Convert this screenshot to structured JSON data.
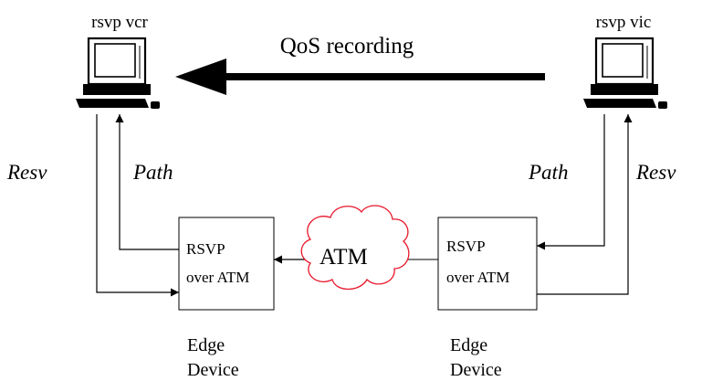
{
  "computers": {
    "left": {
      "label": "rsvp vcr"
    },
    "right": {
      "label": "rsvp vic"
    }
  },
  "qos_arrow": {
    "label": "QoS recording"
  },
  "messages": {
    "left_resv": "Resv",
    "left_path": "Path",
    "right_path": "Path",
    "right_resv": "Resv"
  },
  "edge_devices": {
    "left": {
      "line1": "RSVP",
      "line2": "over ATM",
      "caption1": "Edge",
      "caption2": "Device"
    },
    "right": {
      "line1": "RSVP",
      "line2": "over ATM",
      "caption1": "Edge",
      "caption2": "Device"
    }
  },
  "network": {
    "label": "ATM",
    "outline_color": "#e8172b"
  }
}
